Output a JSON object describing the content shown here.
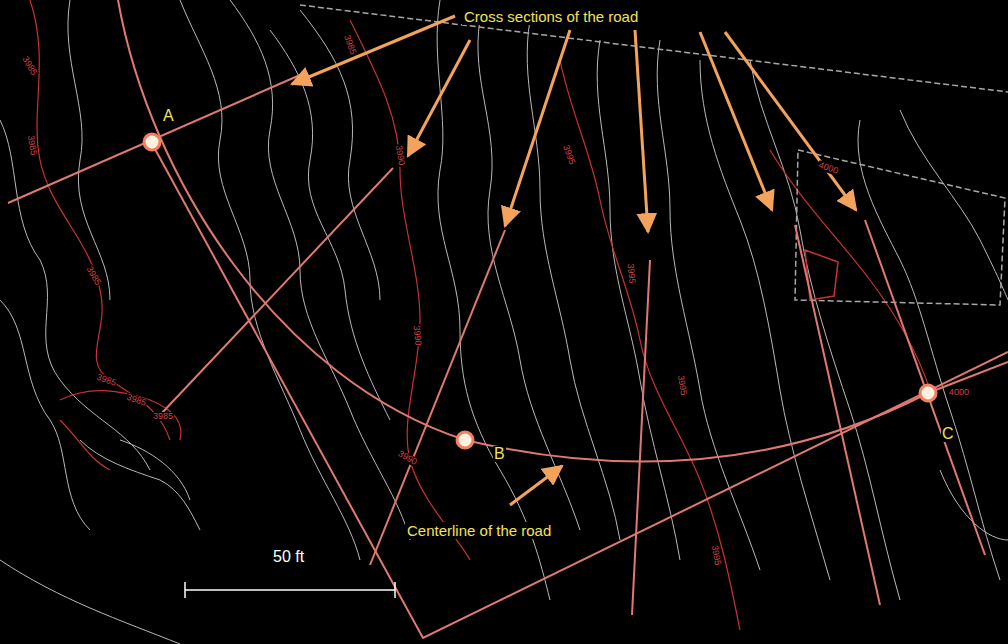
{
  "diagram": {
    "labels": [
      "Cross sections of the road",
      "Centerline of the road",
      "A",
      "B",
      "C",
      "50 ft",
      "3985",
      "3985",
      "3985",
      "3985",
      "3985",
      "3985",
      "3985",
      "3990",
      "3990",
      "3990",
      "3995",
      "3995",
      "3995",
      "3995",
      "4000",
      "4000"
    ]
  }
}
